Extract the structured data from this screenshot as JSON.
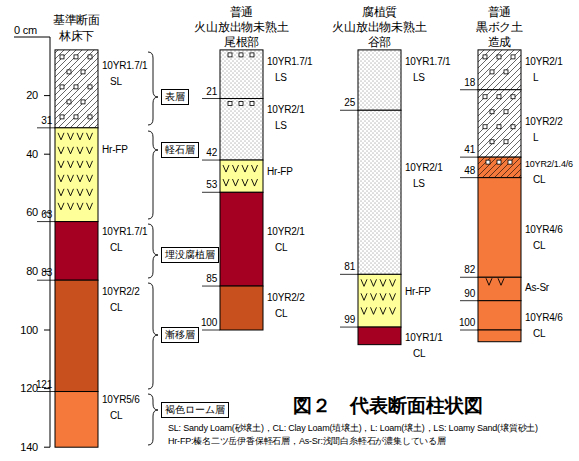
{
  "diagram": {
    "title": "図２　代表断面柱状図",
    "nodes": [
      {
        "text": [
          "表層"
        ]
      },
      {
        "text": [
          "軽石層"
        ]
      },
      {
        "text": [
          "埋没腐植層"
        ]
      },
      {
        "text": [
          "漸移層"
        ]
      },
      {
        "text": [
          "褐色ローム層"
        ]
      }
    ],
    "labels": [
      "0 cm",
      "20",
      "40",
      "60",
      "80",
      "100",
      "120",
      "140",
      "基準断面",
      "林床下",
      "普通",
      "火山放出物未熟土",
      "尾根部",
      "腐植質",
      "火山放出物未熟土",
      "谷部",
      "普通",
      "黒ボク土",
      "造成",
      "10YR1.7/1",
      "SL",
      "31",
      "Hr-FP",
      "63",
      "10YR1.7/1",
      "CL",
      "83",
      "10YR2/2",
      "CL",
      "121",
      "10YR5/6",
      "CL",
      "10YR1.7/1",
      "LS",
      "21",
      "10YR2/1",
      "LS",
      "42",
      "Hr-FP",
      "53",
      "10YR2/1",
      "CL",
      "85",
      "10YR2/2",
      "CL",
      "100",
      "10YR1.7/1",
      "LS",
      "25",
      "10YR2/1",
      "LS",
      "81",
      "Hr-FP",
      "99",
      "10YR1/1",
      "CL",
      "10YR2/1",
      "L",
      "18",
      "10YR2/2",
      "L",
      "41",
      "10YR2/1.4/6",
      "CL",
      "48",
      "10YR4/6",
      "CL",
      "82",
      "As-Sr",
      "90",
      "10YR4/6",
      "CL",
      "100",
      "SL: Sandy Loam(砂壌土)，CL: Clay Loam(埴壌土)，L: Loam(壌土)，LS: Loamy Sand(壌質砂土)",
      "Hr-FP:榛名二ツ岳伊香保軽石層，As-Sr:浅間白糸軽石が濃集している層"
    ]
  }
}
